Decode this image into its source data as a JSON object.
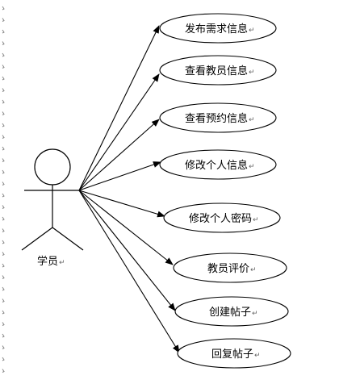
{
  "actor": {
    "label": "学员"
  },
  "use_cases": [
    {
      "id": "publish-demand",
      "label": "发布需求信息"
    },
    {
      "id": "view-teacher",
      "label": "查看教员信息"
    },
    {
      "id": "view-booking",
      "label": "查看预约信息"
    },
    {
      "id": "edit-profile",
      "label": "修改个人信息"
    },
    {
      "id": "edit-password",
      "label": "修改个人密码"
    },
    {
      "id": "rate-teacher",
      "label": "教员评价"
    },
    {
      "id": "create-post",
      "label": "创建帖子"
    },
    {
      "id": "reply-post",
      "label": "回复帖子"
    }
  ],
  "paragraph_mark": "↵"
}
